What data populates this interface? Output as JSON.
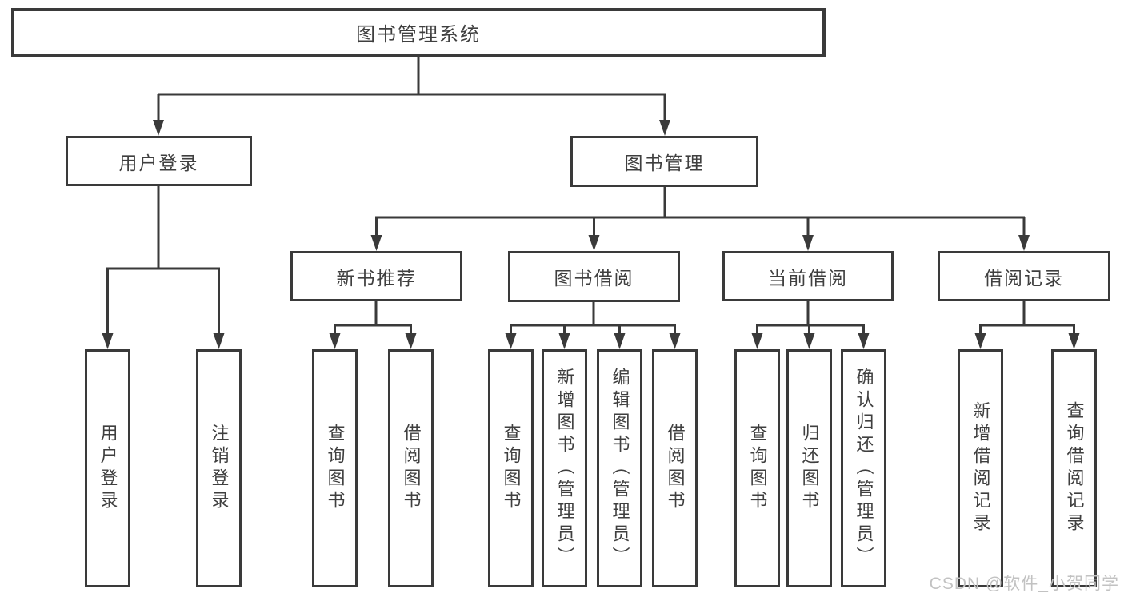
{
  "diagram": {
    "root": {
      "label": "图书管理系统"
    },
    "branches": [
      {
        "label": "用户登录",
        "children": [
          {
            "label": "用户登录"
          },
          {
            "label": "注销登录"
          }
        ]
      },
      {
        "label": "图书管理",
        "children": [
          {
            "label": "新书推荐",
            "children": [
              {
                "label": "查询图书"
              },
              {
                "label": "借阅图书"
              }
            ]
          },
          {
            "label": "图书借阅",
            "children": [
              {
                "label": "查询图书"
              },
              {
                "label": "新增图书（管理员）"
              },
              {
                "label": "编辑图书（管理员）"
              },
              {
                "label": "借阅图书"
              }
            ]
          },
          {
            "label": "当前借阅",
            "children": [
              {
                "label": "查询图书"
              },
              {
                "label": "归还图书"
              },
              {
                "label": "确认归还（管理员）"
              }
            ]
          },
          {
            "label": "借阅记录",
            "children": [
              {
                "label": "新增借阅记录"
              },
              {
                "label": "查询借阅记录"
              }
            ]
          }
        ]
      }
    ]
  },
  "watermark": {
    "text": "CSDN @软件_小贺同学"
  },
  "colors": {
    "line": "#3a3a3a",
    "text": "#3f3f3f",
    "watermark": "#c2c2c2",
    "background": "#ffffff"
  }
}
